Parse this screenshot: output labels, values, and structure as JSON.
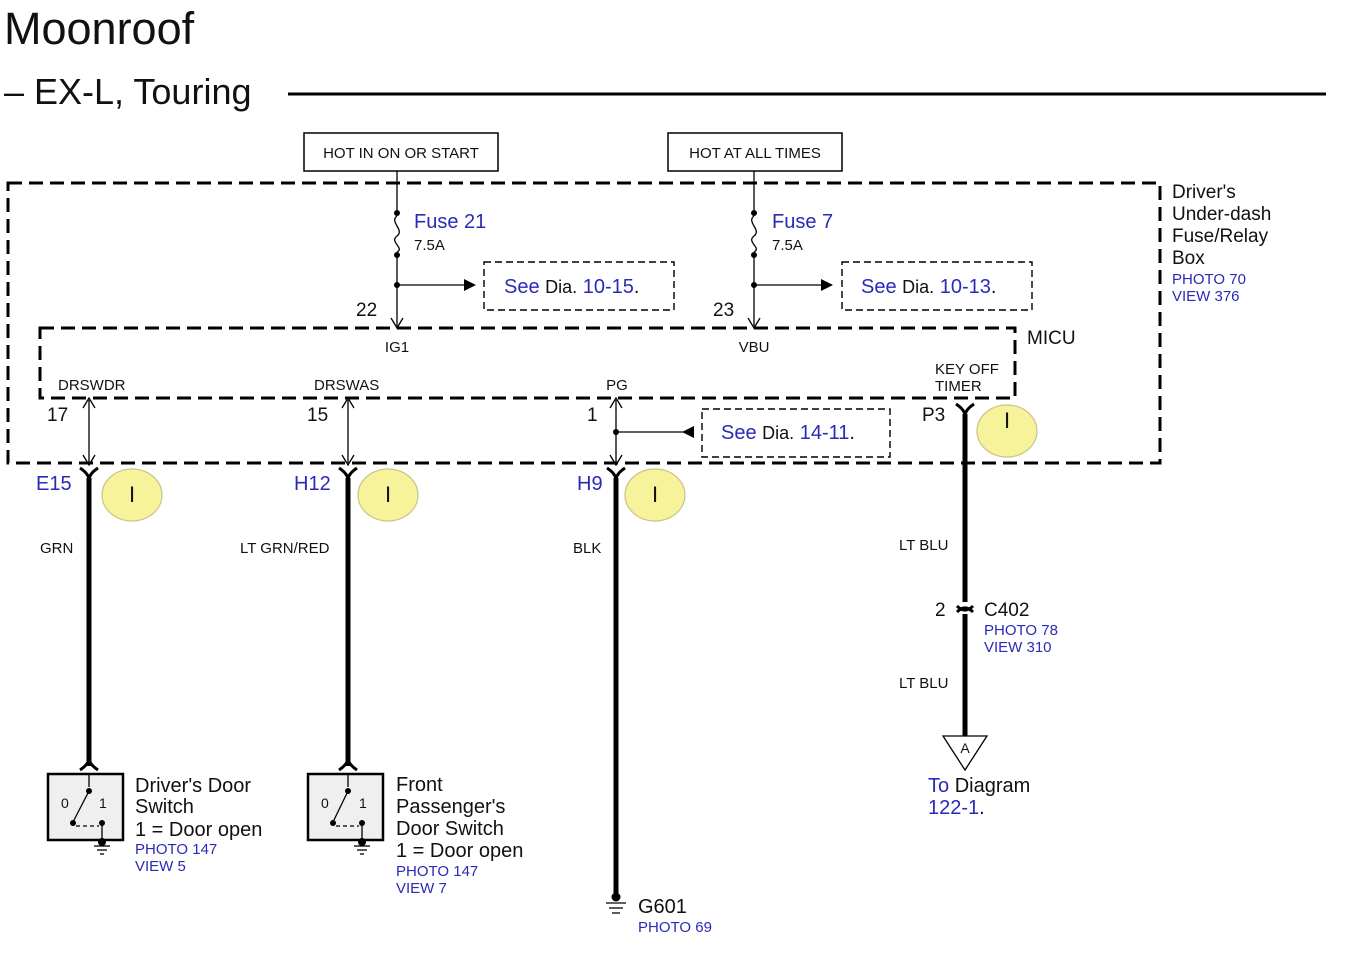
{
  "title": "Moonroof",
  "subtitle": "– EX-L, Touring",
  "colors": {
    "text_blue": "#2a2ab8",
    "box_fill": "#efefef",
    "marker_fill": "#f7f39a",
    "marker_stroke": "#c9c48a"
  },
  "hot_labels": {
    "ign": "HOT IN ON OR START",
    "bat": "HOT AT ALL TIMES"
  },
  "fuse_box": {
    "line1": "Driver's",
    "line2": "Under-dash",
    "line3": "Fuse/Relay",
    "line4": "Box",
    "photo": "PHOTO 70",
    "view": "VIEW 376"
  },
  "fuses": [
    {
      "name": "Fuse 21",
      "rating": "7.5A",
      "pin": "22",
      "see": "See",
      "dia": "Dia.",
      "ref": "10-15",
      "dot": "."
    },
    {
      "name": "Fuse 7",
      "rating": "7.5A",
      "pin": "23",
      "see": "See",
      "dia": "Dia.",
      "ref": "10-13",
      "dot": "."
    }
  ],
  "micu": {
    "label": "MICU",
    "ig1": "IG1",
    "vbu": "VBU",
    "drswdr": "DRSWDR",
    "drswas": "DRSWAS",
    "pg": "PG",
    "keyoff1": "KEY OFF",
    "keyoff2": "TIMER"
  },
  "pins": {
    "p17": "17",
    "p15": "15",
    "p1": "1",
    "p3": "P3"
  },
  "see_pg": {
    "see": "See",
    "dia": "Dia.",
    "ref": "14-11",
    "dot": "."
  },
  "connectors": {
    "e15": "E15",
    "h12": "H12",
    "h9": "H9"
  },
  "markers": {
    "m1": "I",
    "m2": "I",
    "m3": "I",
    "m4": "I"
  },
  "wires": {
    "grn": "GRN",
    "ltgrnred": "LT GRN/RED",
    "blk": "BLK",
    "ltblu1": "LT BLU",
    "ltblu2": "LT BLU"
  },
  "c402": {
    "pin": "2",
    "name": "C402",
    "photo": "PHOTO 78",
    "view": "VIEW 310"
  },
  "to_diagram": {
    "letter": "A",
    "to": "To",
    "label": "Diagram",
    "ref": "122-1",
    "dot": "."
  },
  "driver_switch": {
    "pos0": "0",
    "pos1": "1",
    "line1": "Driver's Door",
    "line2": "Switch",
    "line3": "1 = Door open",
    "photo": "PHOTO 147",
    "view": "VIEW 5"
  },
  "pass_switch": {
    "pos0": "0",
    "pos1": "1",
    "line1": "Front",
    "line2": "Passenger's",
    "line3": "Door Switch",
    "line4": "1 = Door open",
    "photo": "PHOTO 147",
    "view": "VIEW 7"
  },
  "ground": {
    "name": "G601",
    "photo": "PHOTO 69"
  }
}
